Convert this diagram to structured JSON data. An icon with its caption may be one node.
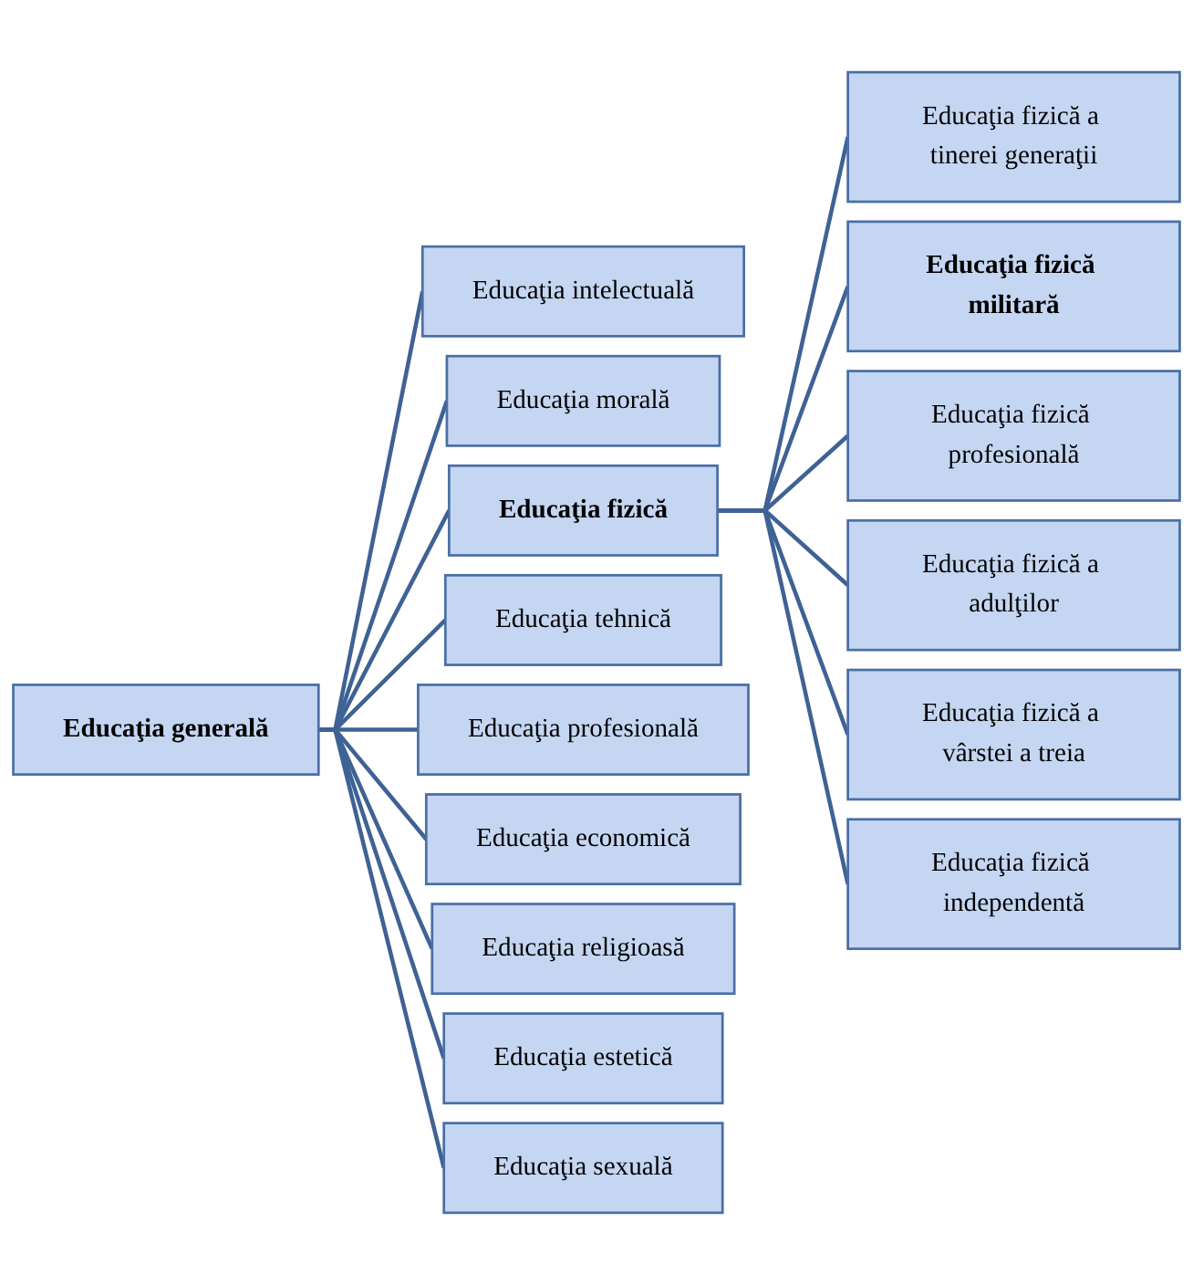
{
  "diagram": {
    "nodes": [
      {
        "text": [
          "Educaţia generală"
        ]
      },
      {
        "text": [
          "Educaţia intelectuală"
        ]
      },
      {
        "text": [
          "Educaţia morală"
        ]
      },
      {
        "text": [
          "Educaţia fizică"
        ]
      },
      {
        "text": [
          "Educaţia tehnică"
        ]
      },
      {
        "text": [
          "Educaţia profesională"
        ]
      },
      {
        "text": [
          "Educaţia economică"
        ]
      },
      {
        "text": [
          "Educaţia religioasă"
        ]
      },
      {
        "text": [
          "Educaţia estetică"
        ]
      },
      {
        "text": [
          "Educaţia sexuală"
        ]
      },
      {
        "text": [
          "Educaţia fizică a tinerei generaţii"
        ]
      },
      {
        "text": [
          "Educaţia fizică militară"
        ]
      },
      {
        "text": [
          "Educaţia fizică profesională"
        ]
      },
      {
        "text": [
          "Educaţia fizică a adulţilor"
        ]
      },
      {
        "text": [
          "Educaţia fizică a vârstei a treia"
        ]
      },
      {
        "text": [
          "Educaţia fizică independentă"
        ]
      }
    ],
    "edges": [
      {
        "from": 0,
        "to": 1,
        "arrow": "none"
      },
      {
        "from": 0,
        "to": 2,
        "arrow": "none"
      },
      {
        "from": 0,
        "to": 3,
        "arrow": "none"
      },
      {
        "from": 0,
        "to": 4,
        "arrow": "none"
      },
      {
        "from": 0,
        "to": 5,
        "arrow": "none"
      },
      {
        "from": 0,
        "to": 6,
        "arrow": "none"
      },
      {
        "from": 0,
        "to": 7,
        "arrow": "none"
      },
      {
        "from": 0,
        "to": 8,
        "arrow": "none"
      },
      {
        "from": 0,
        "to": 9,
        "arrow": "none"
      },
      {
        "from": 3,
        "to": 10,
        "arrow": "none"
      },
      {
        "from": 3,
        "to": 11,
        "arrow": "none"
      },
      {
        "from": 3,
        "to": 12,
        "arrow": "none"
      },
      {
        "from": 3,
        "to": 13,
        "arrow": "none"
      },
      {
        "from": 3,
        "to": 14,
        "arrow": "none"
      },
      {
        "from": 3,
        "to": 15,
        "arrow": "none"
      }
    ]
  }
}
